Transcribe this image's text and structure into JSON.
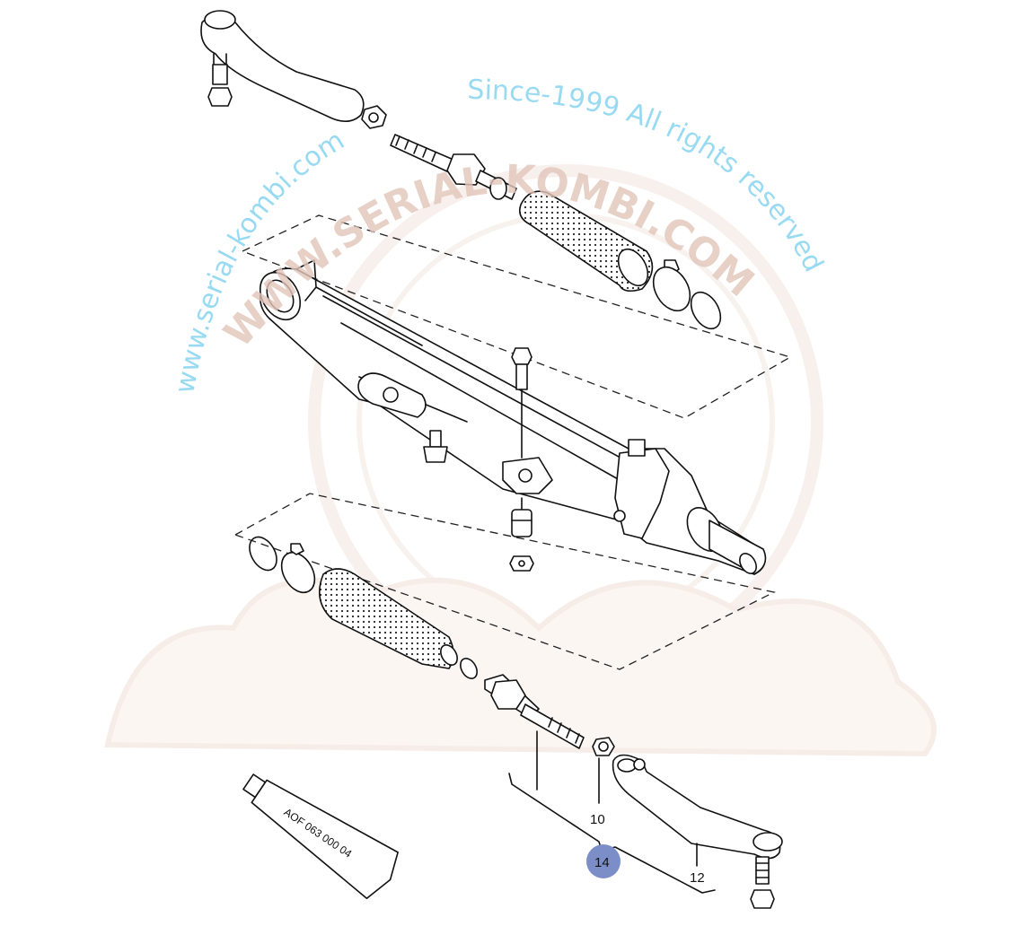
{
  "diagram": {
    "title": "Steering rack exploded view",
    "callouts": [
      {
        "id": "label-10",
        "text": "10"
      },
      {
        "id": "label-12",
        "text": "12"
      },
      {
        "id": "label-14",
        "text": "14",
        "highlighted": true
      }
    ],
    "grease_tube_text": "AOF 063 000 04",
    "highlight_color": "#7b8ec8"
  },
  "watermark": {
    "left_arc": "www.serial-kombi.com",
    "right_arc": "Since-1999 All rights reserved",
    "center_arc": "WWW.SERIAL-KOMBI.COM"
  }
}
